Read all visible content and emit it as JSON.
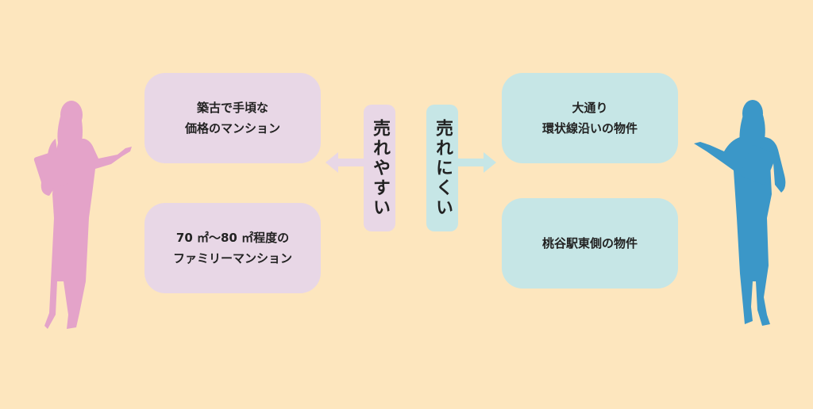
{
  "left": {
    "label": "売れやすい",
    "items": [
      {
        "text": "築古で手頃な\n価格のマンション"
      },
      {
        "text": "70 ㎡〜80 ㎡程度の\nファミリーマンション"
      }
    ]
  },
  "right": {
    "label": "売れにくい",
    "items": [
      {
        "text": "大通り\n環状線沿いの物件"
      },
      {
        "text": "桃谷駅東側の物件"
      }
    ]
  },
  "colors": {
    "background": "#fde6be",
    "pink_box": "#e8d7e6",
    "blue_box": "#c6e6e6",
    "pink_figure": "#e4a3c9",
    "blue_figure": "#3b97c8"
  },
  "icons": {
    "left_figure": "businesswoman-silhouette-icon",
    "right_figure": "businesswoman-silhouette-icon",
    "left_arrow": "arrow-left-icon",
    "right_arrow": "arrow-right-icon"
  }
}
